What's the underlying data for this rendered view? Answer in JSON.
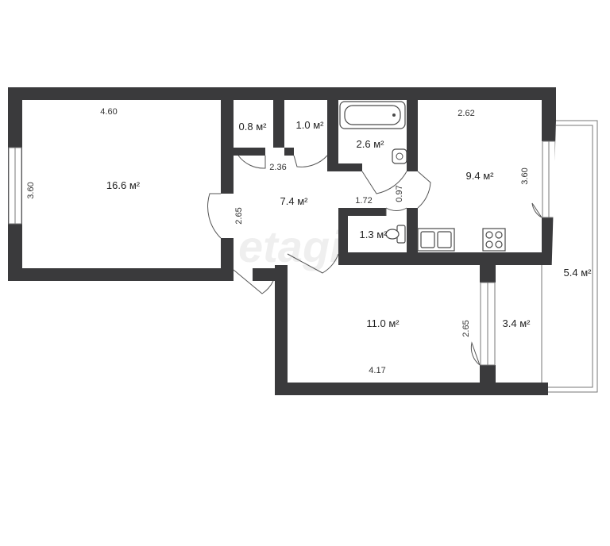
{
  "watermark": "etagi",
  "rooms": [
    {
      "id": "room-large",
      "area": "16.6 м²",
      "width": "4.60",
      "depth": "3.60"
    },
    {
      "id": "closet-1",
      "area": "0.8 м²"
    },
    {
      "id": "closet-2",
      "area": "1.0 м²"
    },
    {
      "id": "bathroom",
      "area": "2.6 м²"
    },
    {
      "id": "kitchen",
      "area": "9.4 м²",
      "width": "2.62",
      "depth": "3.60"
    },
    {
      "id": "hallway",
      "area": "7.4 м²",
      "width": "2.36",
      "depth": "2.65",
      "inner": "1.72"
    },
    {
      "id": "toilet",
      "area": "1.3 м²",
      "width": "0.97"
    },
    {
      "id": "bedroom",
      "area": "11.0 м²",
      "width": "4.17",
      "depth": "2.65"
    },
    {
      "id": "loggia-small",
      "area": "3.4 м²"
    },
    {
      "id": "balcony",
      "area": "5.4 м²"
    }
  ]
}
